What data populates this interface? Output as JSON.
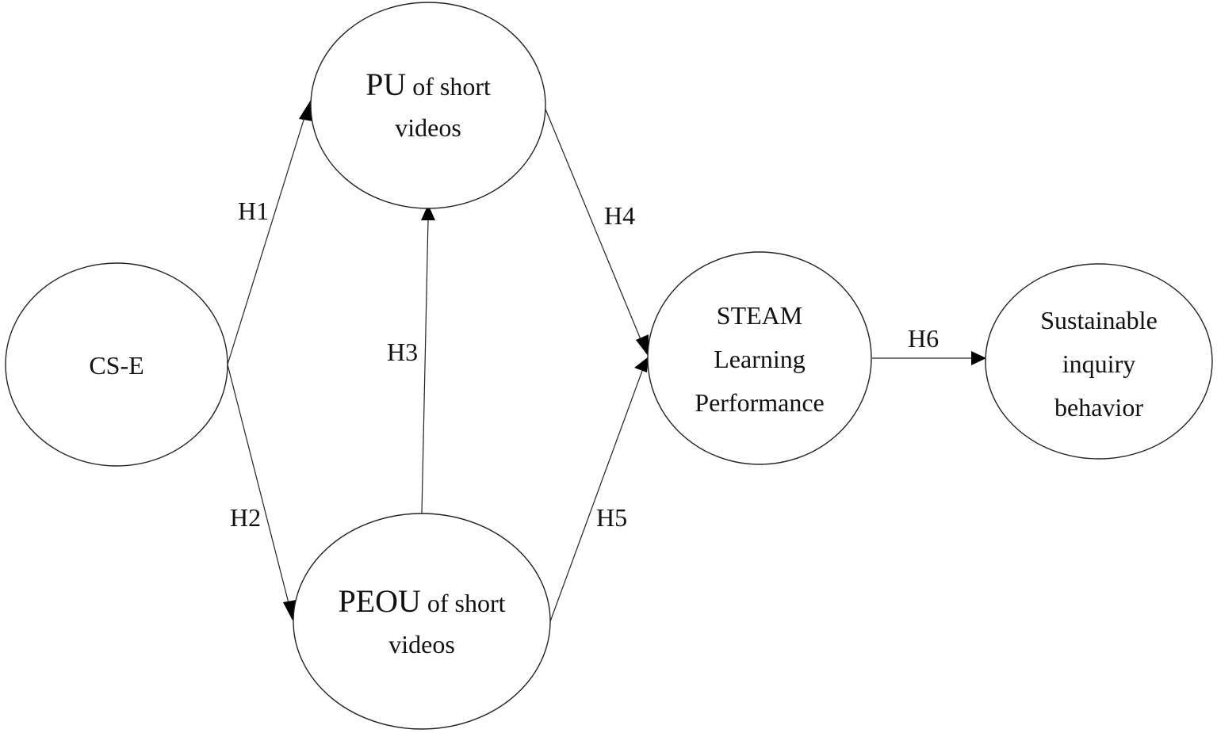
{
  "nodes": {
    "cse": {
      "lines": [
        "CS-E"
      ]
    },
    "pu": {
      "abbr": "PU",
      "rest": "of short",
      "line2": "videos"
    },
    "peou": {
      "abbr": "PEOU",
      "rest": "of short",
      "line2": "videos"
    },
    "steam": {
      "lines": [
        "STEAM",
        "Learning",
        "Performance"
      ]
    },
    "sib": {
      "lines": [
        "Sustainable",
        "inquiry",
        "behavior"
      ]
    }
  },
  "edges": {
    "h1": "H1",
    "h2": "H2",
    "h3": "H3",
    "h4": "H4",
    "h5": "H5",
    "h6": "H6"
  },
  "colors": {
    "stroke": "#222222",
    "arrow": "#000000",
    "background": "#ffffff"
  }
}
